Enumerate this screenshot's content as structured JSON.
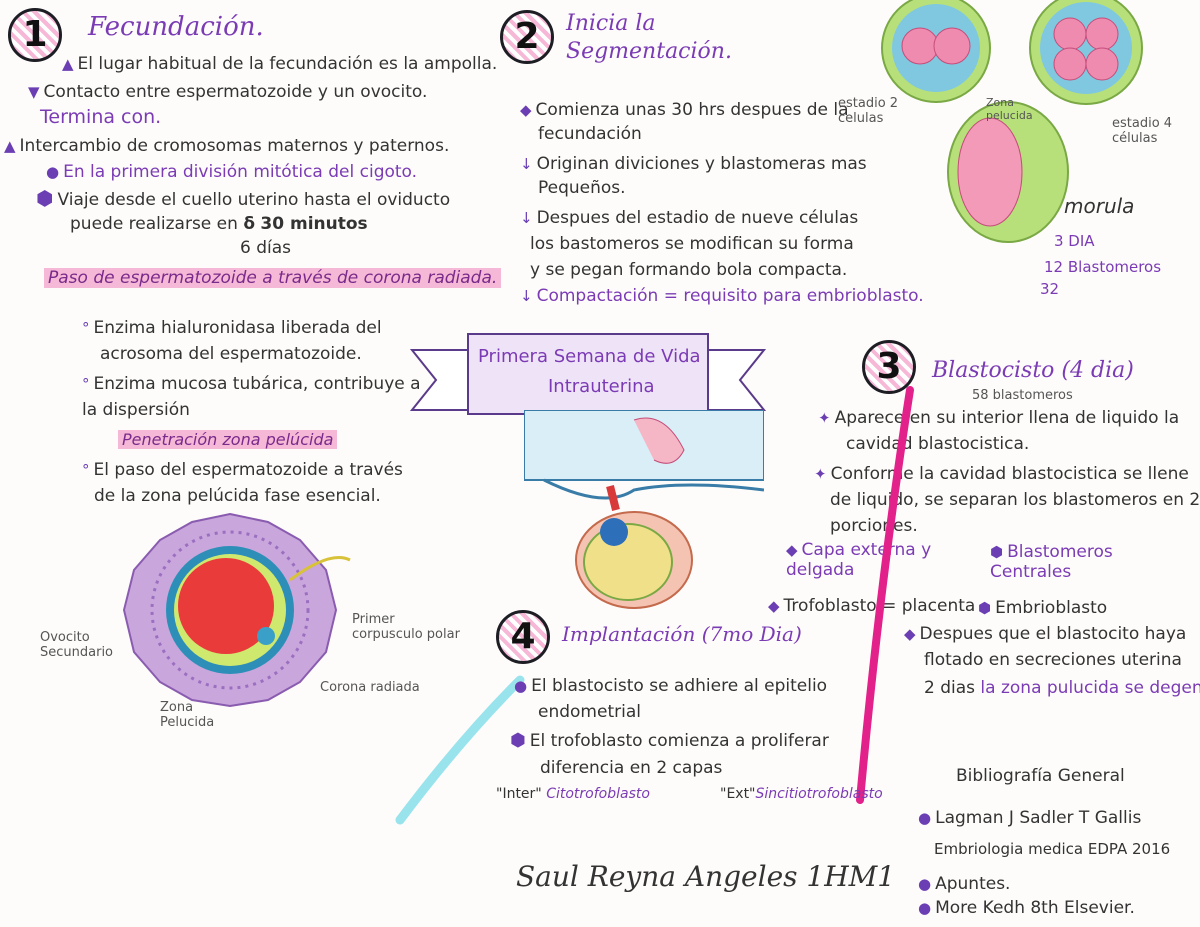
{
  "s1": {
    "num": "1",
    "title": "Fecundación.",
    "lines": [
      "El lugar habitual de la fecundación es la ampolla.",
      "Contacto entre espermatozoide y un ovocito.",
      "Termina con.",
      "Intercambio de cromosomas maternos y paternos.",
      "En la primera división mitótica del cigoto.",
      "Viaje desde el cuello uterino hasta el oviducto",
      "puede realizarse en",
      "30 minutos",
      "6 días"
    ],
    "sub1": "Paso de espermatozoide a través de corona radiada.",
    "sub1_lines": [
      "Enzima hialuronidasa liberada del",
      "acrosoma del espermatozoide.",
      "Enzima mucosa tubárica, contribuye a",
      "la dispersión"
    ],
    "sub2": "Penetración zona pelúcida",
    "sub2_lines": [
      "El paso del espermatozoide a través",
      "de la zona pelúcida fase esencial."
    ],
    "labels": {
      "ovocito": "Ovocito Secundario",
      "zona": "Zona Pelucida",
      "corona": "Corona radiada",
      "corpusculo": "Primer corpusculo polar"
    }
  },
  "s2": {
    "num": "2",
    "title": "Inicia la Segmentación.",
    "lines": [
      "Comienza unas 30 hrs despues de la",
      "fecundación",
      "Originan diviciones y blastomeras mas",
      "Pequeños.",
      "Despues del estadio de nueve células",
      "los bastomeros se modifican su forma",
      "y se pegan formando bola compacta.",
      "Compactación = requisito para embrioblasto."
    ],
    "labels": {
      "estadio2": "estadio 2 celulas",
      "zona": "Zona pelucida",
      "estadio4": "estadio 4 células",
      "morula": "morula",
      "dia": "3 DIA",
      "blast": "12 Blastomeros",
      "n32": "32"
    }
  },
  "center": {
    "title1": "Primera Semana de Vida",
    "title2": "Intrauterina"
  },
  "s3": {
    "num": "3",
    "title": "Blastocisto (4 dia)",
    "sub": "58 blastomeros",
    "lines": [
      "Aparece en su interior llena de liquido la",
      "cavidad blastocistica.",
      "Conforme la cavidad blastocistica se llene",
      "de liquido, se separan los blastomeros en 2",
      "porciones."
    ],
    "col1_title": "Capa externa y delgada",
    "col2_title": "Blastomeros Centrales",
    "trofo": "Trofoblasto = placenta",
    "embrio": "Embrioblasto",
    "end_lines": [
      "Despues que el blastocito haya",
      "flotado en secreciones uterina",
      "2 dias"
    ],
    "end_hl": "la zona pulucida se degenera."
  },
  "s4": {
    "num": "4",
    "title": "Implantación (7mo Dia)",
    "lines": [
      "El blastocisto se adhiere al epitelio",
      "endometrial",
      "El trofoblasto comienza a proliferar",
      "diferencia en 2 capas"
    ],
    "inter_label": "\"Inter\"",
    "inter_val": "Citotrofoblasto",
    "ext_label": "\"Ext\"",
    "ext_val": "Sincitiotrofoblasto"
  },
  "bib": {
    "title": "Bibliografía General",
    "items": [
      "Lagman J Sadler T Gallis",
      "Embriologia medica EDPA 2016",
      "Apuntes.",
      "More Kedh 8th Elsevier."
    ]
  },
  "author": "Saul Reyna Angeles 1HM1"
}
